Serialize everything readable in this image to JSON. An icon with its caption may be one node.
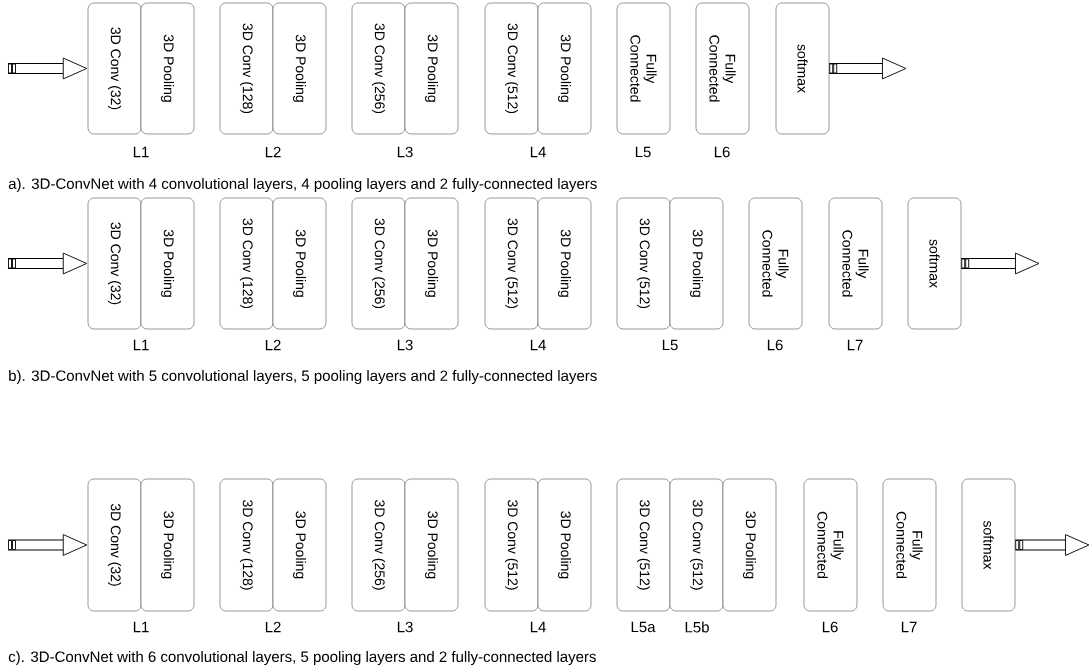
{
  "diagram": {
    "nodes": [
      {
        "text": [
          "3D Conv (32)"
        ]
      },
      {
        "text": [
          "3D Pooling"
        ]
      },
      {
        "text": [
          "3D Conv (128)"
        ]
      },
      {
        "text": [
          "3D Pooling"
        ]
      },
      {
        "text": [
          "3D Conv (256)"
        ]
      },
      {
        "text": [
          "3D Pooling"
        ]
      },
      {
        "text": [
          "3D Conv (512)"
        ]
      },
      {
        "text": [
          "3D Pooling"
        ]
      },
      {
        "text": [
          "Fully Connected"
        ]
      },
      {
        "text": [
          "Fully Connected"
        ]
      },
      {
        "text": [
          "softmax"
        ]
      },
      {
        "text": [
          "3D Conv (32)"
        ]
      },
      {
        "text": [
          "3D Pooling"
        ]
      },
      {
        "text": [
          "3D Conv (128)"
        ]
      },
      {
        "text": [
          "3D Pooling"
        ]
      },
      {
        "text": [
          "3D Conv (256)"
        ]
      },
      {
        "text": [
          "3D Pooling"
        ]
      },
      {
        "text": [
          "3D Conv (512)"
        ]
      },
      {
        "text": [
          "3D Pooling"
        ]
      },
      {
        "text": [
          "3D Conv (512)"
        ]
      },
      {
        "text": [
          "3D Pooling"
        ]
      },
      {
        "text": [
          "Fully Connected"
        ]
      },
      {
        "text": [
          "Fully Connected"
        ]
      },
      {
        "text": [
          "softmax"
        ]
      },
      {
        "text": [
          "3D Conv (32)"
        ]
      },
      {
        "text": [
          "3D Pooling"
        ]
      },
      {
        "text": [
          "3D Conv (128)"
        ]
      },
      {
        "text": [
          "3D Pooling"
        ]
      },
      {
        "text": [
          "3D Conv (256)"
        ]
      },
      {
        "text": [
          "3D Pooling"
        ]
      },
      {
        "text": [
          "3D Conv (512)"
        ]
      },
      {
        "text": [
          "3D Pooling"
        ]
      },
      {
        "text": [
          "3D Conv (512)"
        ]
      },
      {
        "text": [
          "3D Conv (512)"
        ]
      },
      {
        "text": [
          "3D Pooling"
        ]
      },
      {
        "text": [
          "Fully Connected"
        ]
      },
      {
        "text": [
          "Fully Connected"
        ]
      },
      {
        "text": [
          "softmax"
        ]
      }
    ],
    "edges": [
      {
        "from": null,
        "to": 0,
        "arrow": "to"
      },
      {
        "from": 10,
        "to": null,
        "arrow": "to"
      },
      {
        "from": null,
        "to": 11,
        "arrow": "to"
      },
      {
        "from": 23,
        "to": null,
        "arrow": "to"
      },
      {
        "from": null,
        "to": 24,
        "arrow": "to"
      },
      {
        "from": 37,
        "to": null,
        "arrow": "to"
      }
    ],
    "labels": [
      "L1",
      "L2",
      "L3",
      "L4",
      "L5",
      "L6",
      "a). 3D-ConvNet with 4 convolutional layers, 4 pooling layers and 2 fully-connected layers",
      "L1",
      "L2",
      "L3",
      "L4",
      "L5",
      "L6",
      "L7",
      "b). 3D-ConvNet with 5 convolutional layers, 5 pooling layers and 2 fully-connected layers",
      "L1",
      "L2",
      "L3",
      "L4",
      "L5a",
      "L5b",
      "L6",
      "L7",
      "c). 3D-ConvNet with 6 convolutional layers, 5 pooling layers and 2 fully-connected layers"
    ]
  }
}
